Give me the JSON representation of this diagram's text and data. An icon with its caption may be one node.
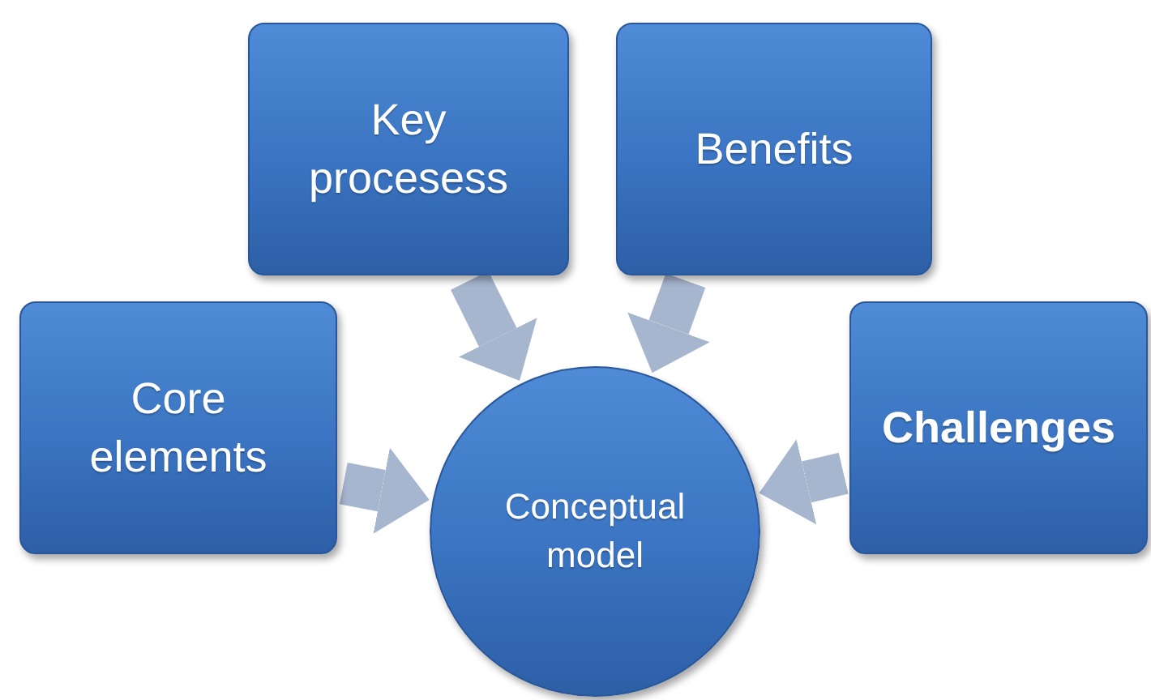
{
  "diagram": {
    "nodes": [
      {
        "text": [
          "Key procesess"
        ]
      },
      {
        "text": [
          "Benefits"
        ]
      },
      {
        "text": [
          "Core elements"
        ]
      },
      {
        "text": [
          "Challenges"
        ]
      },
      {
        "text": [
          "Conceptual model"
        ]
      }
    ],
    "edges": [
      {
        "from": 0,
        "to": 4,
        "arrow": "to"
      },
      {
        "from": 1,
        "to": 4,
        "arrow": "to"
      },
      {
        "from": 2,
        "to": 4,
        "arrow": "to"
      },
      {
        "from": 3,
        "to": 4,
        "arrow": "to"
      }
    ]
  }
}
